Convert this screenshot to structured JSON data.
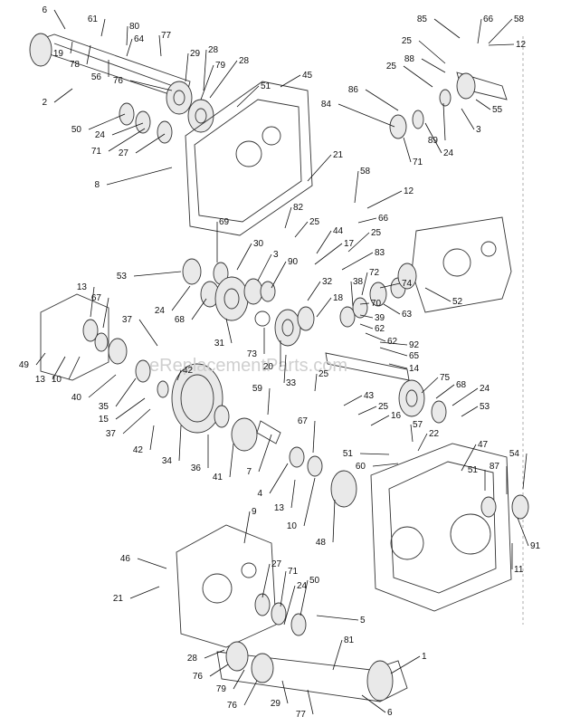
{
  "watermark": "eReplacementParts.com",
  "callouts": [
    {
      "label": "6"
    },
    {
      "label": "61"
    },
    {
      "label": "80"
    },
    {
      "label": "64"
    },
    {
      "label": "77"
    },
    {
      "label": "19"
    },
    {
      "label": "78"
    },
    {
      "label": "56"
    },
    {
      "label": "29"
    },
    {
      "label": "28"
    },
    {
      "label": "28"
    },
    {
      "label": "76"
    },
    {
      "label": "79"
    },
    {
      "label": "2"
    },
    {
      "label": "51"
    },
    {
      "label": "45"
    },
    {
      "label": "50"
    },
    {
      "label": "24"
    },
    {
      "label": "71"
    },
    {
      "label": "27"
    },
    {
      "label": "85"
    },
    {
      "label": "66"
    },
    {
      "label": "58"
    },
    {
      "label": "12"
    },
    {
      "label": "25"
    },
    {
      "label": "88"
    },
    {
      "label": "25"
    },
    {
      "label": "55"
    },
    {
      "label": "86"
    },
    {
      "label": "84"
    },
    {
      "label": "89"
    },
    {
      "label": "3"
    },
    {
      "label": "71"
    },
    {
      "label": "24"
    },
    {
      "label": "21"
    },
    {
      "label": "8"
    },
    {
      "label": "58"
    },
    {
      "label": "12"
    },
    {
      "label": "82"
    },
    {
      "label": "66"
    },
    {
      "label": "25"
    },
    {
      "label": "69"
    },
    {
      "label": "44"
    },
    {
      "label": "25"
    },
    {
      "label": "30"
    },
    {
      "label": "17"
    },
    {
      "label": "83"
    },
    {
      "label": "3"
    },
    {
      "label": "90"
    },
    {
      "label": "53"
    },
    {
      "label": "72"
    },
    {
      "label": "74"
    },
    {
      "label": "52"
    },
    {
      "label": "24"
    },
    {
      "label": "68"
    },
    {
      "label": "32"
    },
    {
      "label": "38"
    },
    {
      "label": "70"
    },
    {
      "label": "63"
    },
    {
      "label": "18"
    },
    {
      "label": "13"
    },
    {
      "label": "67"
    },
    {
      "label": "31"
    },
    {
      "label": "73"
    },
    {
      "label": "39"
    },
    {
      "label": "62"
    },
    {
      "label": "62"
    },
    {
      "label": "92"
    },
    {
      "label": "65"
    },
    {
      "label": "14"
    },
    {
      "label": "37"
    },
    {
      "label": "49"
    },
    {
      "label": "20"
    },
    {
      "label": "13"
    },
    {
      "label": "10"
    },
    {
      "label": "42"
    },
    {
      "label": "33"
    },
    {
      "label": "25"
    },
    {
      "label": "40"
    },
    {
      "label": "35"
    },
    {
      "label": "75"
    },
    {
      "label": "68"
    },
    {
      "label": "24"
    },
    {
      "label": "43"
    },
    {
      "label": "59"
    },
    {
      "label": "25"
    },
    {
      "label": "53"
    },
    {
      "label": "16"
    },
    {
      "label": "15"
    },
    {
      "label": "57"
    },
    {
      "label": "37"
    },
    {
      "label": "42"
    },
    {
      "label": "67"
    },
    {
      "label": "22"
    },
    {
      "label": "34"
    },
    {
      "label": "36"
    },
    {
      "label": "7"
    },
    {
      "label": "41"
    },
    {
      "label": "47"
    },
    {
      "label": "51"
    },
    {
      "label": "60"
    },
    {
      "label": "54"
    },
    {
      "label": "4"
    },
    {
      "label": "51"
    },
    {
      "label": "87"
    },
    {
      "label": "13"
    },
    {
      "label": "10"
    },
    {
      "label": "48"
    },
    {
      "label": "9"
    },
    {
      "label": "91"
    },
    {
      "label": "46"
    },
    {
      "label": "27"
    },
    {
      "label": "71"
    },
    {
      "label": "11"
    },
    {
      "label": "21"
    },
    {
      "label": "50"
    },
    {
      "label": "24"
    },
    {
      "label": "5"
    },
    {
      "label": "81"
    },
    {
      "label": "1"
    },
    {
      "label": "28"
    },
    {
      "label": "76"
    },
    {
      "label": "79"
    },
    {
      "label": "76"
    },
    {
      "label": "29"
    },
    {
      "label": "77"
    },
    {
      "label": "6"
    }
  ]
}
